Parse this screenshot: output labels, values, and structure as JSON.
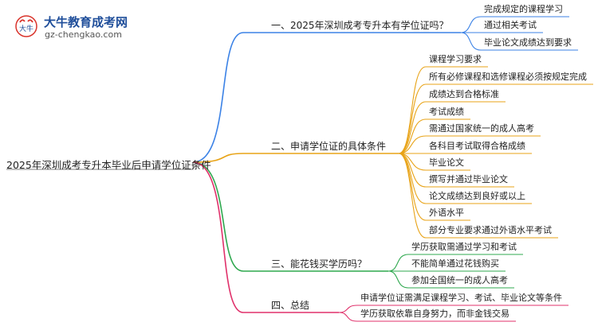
{
  "logo": {
    "title": "大牛教育成考网",
    "url": "gz-chengkao.com",
    "mark": "大牛"
  },
  "colors": {
    "branch_1": "#3b82e6",
    "branch_2": "#e8a317",
    "branch_3": "#2fa84f",
    "branch_4": "#e0316b",
    "logo_blue": "#1f4e9a",
    "logo_red": "#d9332b"
  },
  "root": {
    "label": "2025年深圳成考专升本毕业后申请学位证条件"
  },
  "branches": [
    {
      "label": "一、2025年深圳成考专升本有学位证吗？",
      "children": [
        "完成规定的课程学习",
        "通过相关考试",
        "毕业论文成绩达到要求"
      ]
    },
    {
      "label": "二、申请学位证的具体条件",
      "children": [
        "课程学习要求",
        "所有必修课程和选修课程必须按规定完成",
        "成绩达到合格标准",
        "考试成绩",
        "需通过国家统一的成人高考",
        "各科目考试取得合格成绩",
        "毕业论文",
        "撰写并通过毕业论文",
        "论文成绩达到良好或以上",
        "外语水平",
        "部分专业要求通过外语水平考试"
      ]
    },
    {
      "label": "三、能花钱买学历吗？",
      "children": [
        "学历获取需通过学习和考试",
        "不能简单通过花钱购买",
        "参加全国统一的成人高考"
      ]
    },
    {
      "label": "四、总结",
      "children": [
        "申请学位证需满足课程学习、考试、毕业论文等条件",
        "学历获取依靠自身努力，而非金钱交易"
      ]
    }
  ]
}
